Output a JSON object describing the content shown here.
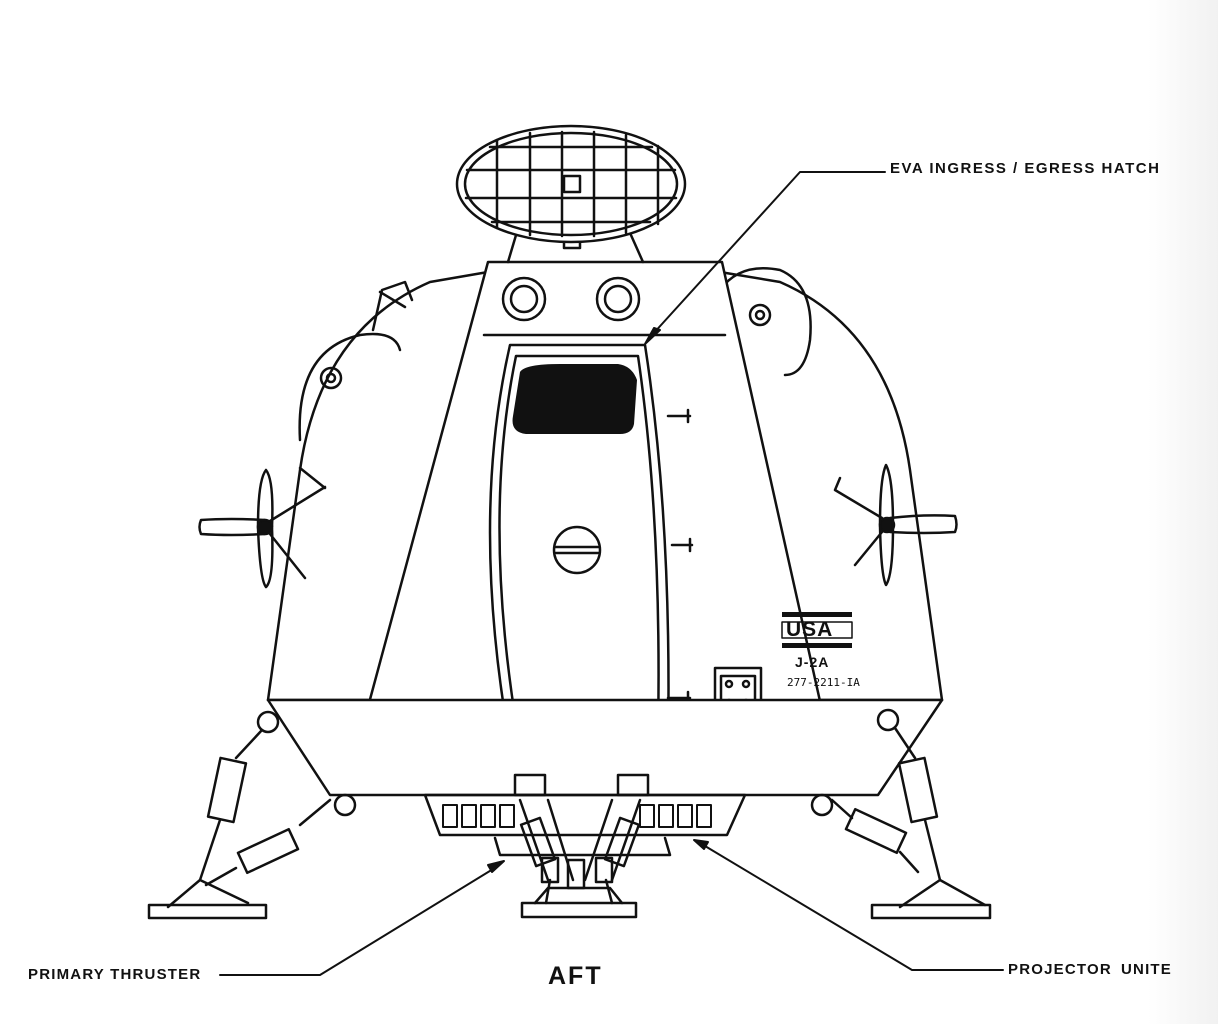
{
  "labels": {
    "eva_hatch": "EVA INGRESS / EGRESS HATCH",
    "primary_thruster": "PRIMARY THRUSTER",
    "projector": "PROJECTOR",
    "projector_suffix": "UNITE",
    "view": "AFT"
  },
  "markings": {
    "flag": "USA",
    "model": "J-2A",
    "serial": "277-2211-IA"
  },
  "icons": {
    "antenna": "grid-antenna-icon",
    "propeller": "propeller-icon"
  },
  "colors": {
    "ink": "#111111",
    "paper": "#ffffff"
  }
}
